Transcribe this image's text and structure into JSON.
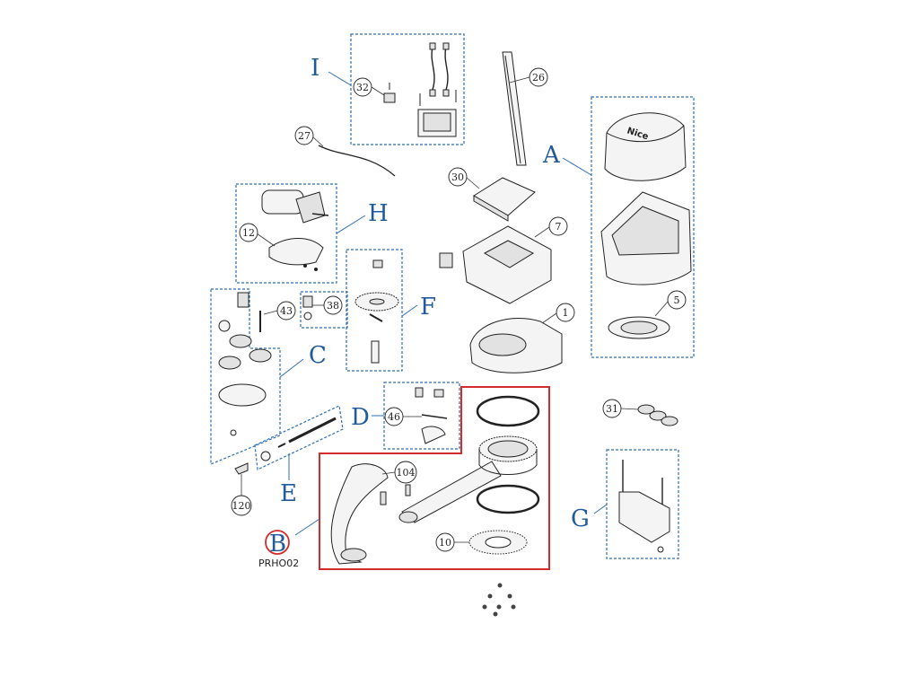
{
  "groups": [
    {
      "letter": "I"
    },
    {
      "letter": "A"
    },
    {
      "letter": "H"
    },
    {
      "letter": "F"
    },
    {
      "letter": "C"
    },
    {
      "letter": "D"
    },
    {
      "letter": "E"
    },
    {
      "letter": "B"
    },
    {
      "letter": "G"
    }
  ],
  "part_numbers": [
    "32",
    "26",
    "27",
    "30",
    "7",
    "12",
    "38",
    "43",
    "1",
    "5",
    "46",
    "31",
    "104",
    "120",
    "10"
  ],
  "kit_code": "PRHO02",
  "colors": {
    "group_label": "#1f5a9a",
    "group_box": "#2f6fb0",
    "highlight": "#d42b2b"
  }
}
